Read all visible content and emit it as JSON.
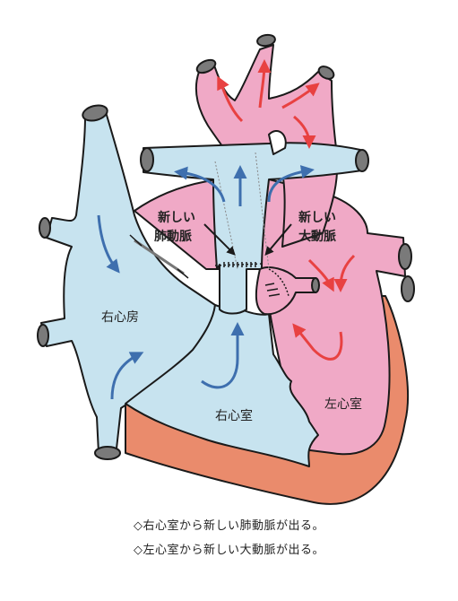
{
  "labels": {
    "right_atrium": "右心房",
    "right_ventricle": "右心室",
    "left_ventricle": "左心室",
    "new_pulmonary_line1": "新しい",
    "new_pulmonary_line2": "肺動脈",
    "new_aorta_line1": "新しい",
    "new_aorta_line2": "大動脈"
  },
  "captions": [
    "◇右心室から新しい肺動脈が出る。",
    "◇左心室から新しい大動脈が出る。"
  ],
  "colors": {
    "venous_blue": "#c7e3ef",
    "arterial_pink": "#f0a9c6",
    "muscle_orange": "#ea8b6c",
    "vessel_cap_gray": "#7a7a7a",
    "arrow_blue": "#3e6fae",
    "arrow_red": "#e84141",
    "outline": "#1a1a1a"
  }
}
